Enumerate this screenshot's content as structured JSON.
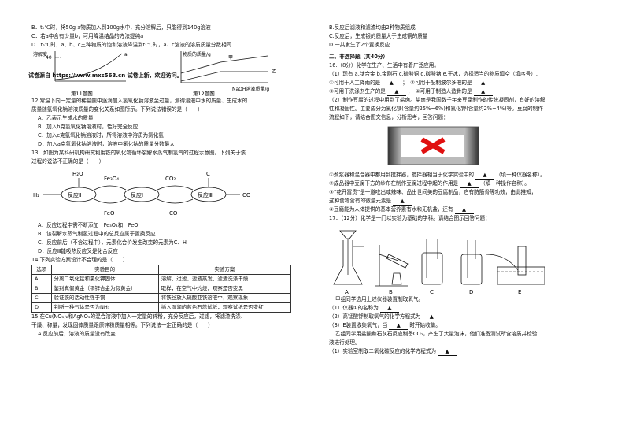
{
  "left": {
    "q11_opts": [
      "B．t₂℃时，将50g a物质加入到100g水中，充分溶解后，只能得到140g溶液",
      "C．若a中含有少量b，可用降温结晶的方法提纯a",
      "D．t₂℃时，a、b、c三种物质的饱和溶液降温到t₁℃时，a、c溶液的溶质质量分数相同"
    ],
    "fig11": {
      "y_label": "溶解度",
      "y_tick": "40",
      "curve_a": "a",
      "caption": "第11题图"
    },
    "fig12": {
      "y_label": "物质的质量/g",
      "series1": "甲",
      "series2": "乙",
      "x_label": "NaOH溶液质量/g",
      "caption": "第12题图"
    },
    "watermark": "试卷源自 https://www.mxs563.cn  试卷上新，欢迎访问。",
    "q12_stem": [
      "12.常温下向一定量的稀盐酸中逐滴加入氢氧化钠溶液至过量，测得溶液中水的质量、生成水的",
      "质量随氢氧化钠溶液质量的变化关系如图所示。下列说法错误的是（　　）"
    ],
    "q12_opts": [
      "A．乙表示生成水的质量",
      "B．加入b克氢氧化钠溶液时，恰好完全反应",
      "C．加入c克氢氧化钠溶液时，所得溶液中溶质为氯化氢",
      "D．加入a克氢氧化钠溶液时，溶液中氯化钠的质量分数最大"
    ],
    "q13_stem": [
      "13．如图为某科研机构研究利用铁的氧化物循环裂解水蒸气制氢气的过程示意图。下列关于该",
      "过程的说法不正确的是（　　）"
    ],
    "fig13": {
      "h2o": "H₂O",
      "fe3o4": "Fe₃O₄",
      "co2": "CO₂",
      "c": "C",
      "h2": "H₂",
      "r2": "反应Ⅱ",
      "r1": "反应Ⅰ",
      "r3": "反应Ⅲ",
      "co_right": "CO",
      "feo": "FeO",
      "co_bottom": "CO"
    },
    "q13_opts": [
      "A．反应过程中需不断添加　Fe₃O₄和　FeO",
      "B．该裂解水蒸气制氢过程中的总反应属于置换反应",
      "C．反应前后（不含过程中），元素化合价发生改变的元素为C、H",
      "D．反应Ⅲ能吸热反应又是化合反应"
    ],
    "q14_stem": "14.下列实验方案设计不合理的是（　　）",
    "q14_headers": [
      "选项",
      "实验目的",
      "实验方案"
    ],
    "q14_rows": [
      [
        "A",
        "分离二氧化锰和氯化钾固体",
        "溶解、过滤、滤液蒸发，滤渣洗涤干燥"
      ],
      [
        "B",
        "鉴别真假黄金（铜锌合金为假黄金）",
        "取样，在空气中灼烧，观察是否变黑"
      ],
      [
        "C",
        "验证铁的活动性强于铜",
        "将铁丝放入硫酸亚铁溶液中，观察现象"
      ],
      [
        "D",
        "判断一种气体是否为NH₃",
        "插入湿润的蓝色石蕊试纸，观察试纸是否变红"
      ]
    ],
    "q15_stem": [
      "15.在Cu(NO₃)₂和AgNO₃的混合溶液中加入一定量的锌粉，充分反应后，过滤，将滤渣洗涤、",
      "干燥、称量，发现固体质量跟原锌粉质量相等。下列说法一定正确的是（　　）"
    ],
    "q15_optA": "A.反应前后，溶液的质量没有改变"
  },
  "right": {
    "q15_opts": [
      "B.反应后滤液和滤渣均由2种物质组成",
      "C.反应后，生成银的质量大于生成铜的质量",
      "D.一共发生了2个置换反应"
    ],
    "section2": "二、非选择题（共40分）",
    "q16_stem": "16.（8分）化学在生产、生活中有着广泛应用。",
    "q16_1": "（1）现有 a.钛合金 b.金刚石 c.硫酸铜 d.碳酸钠 e.干冰，选择适当的物质填空（填序号）.",
    "q16_1a": "①可用于人工降雨的是",
    "q16_1b": "；　②可用于配制波尔多液的是",
    "q16_1c": "③可用于洗涤剂生产的是",
    "q16_1d": "；　④可用于制造人造骨的是",
    "blank": "▲",
    "q16_2": [
      "（2）制作豆腐的过程中用到了盐卤。盐卤是我国数千年来豆腐制作的传统凝固剂，有好的溶解",
      "性和凝固性。主要成分为氯化镁(含量约25%~6%)和氯化钾(含量约2%~4%)等。豆腐的制作",
      "流程如下，请结合图文信息，分析思考，回答问题："
    ],
    "q16_2a": "①煮浆器和混合器中都用到搅拌器，搅拌器相当于化学实验中的",
    "q16_2a_tail": "（填一种仪器名称）。",
    "q16_2b": "②成品器中豆腐下方的纱布在制作豆腐过程中起的作用是",
    "q16_2b_tail": "（填一种操作名称）。",
    "q16_2c": [
      "③“花开富贵”是一道吃出咸辣味、品出世间美的豆腐制品，它有防筋骨等功效，由此推知，",
      "这种食物含有的微量元素是"
    ],
    "q16_2d": "④豆腐能为人体提供的基本营养素有水和无机盐，还有",
    "q17_stem": "17．（12分）化学是一门以实验为基础的学科。请结合图示回答问题：",
    "apparatus_labels": [
      "A",
      "B",
      "C",
      "D",
      "E"
    ],
    "group_a": "甲组同学选用上述仪器装置制取氧气。",
    "q17_1": "（1）仪器①的名称为",
    "q17_2": "（2）高锰酸钾制取氧气的化学方程式为",
    "q17_3": "（3）E装置收集氧气，当",
    "q17_3_tail": "时开始收集。",
    "group_b": [
      "乙组同学用盐酸和石灰石反应制备CO₂，产生了大量泡沫，他们准备测试所含溶质并检验",
      "液进行处理。"
    ],
    "q17_4": "（1）实验室制取二氧化碳反应的化学方程式为"
  }
}
